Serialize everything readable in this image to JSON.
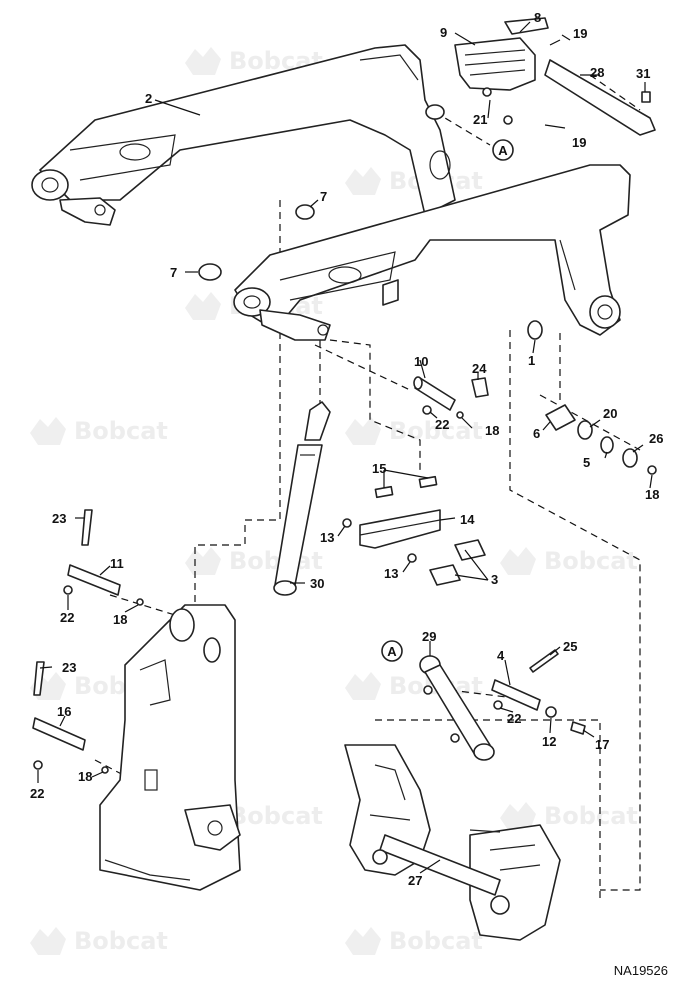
{
  "watermark": {
    "brand": "Bobcat"
  },
  "drawing_number": "NA19526",
  "callout_letter": "A",
  "parts": {
    "p1": "1",
    "p2": "2",
    "p3": "3",
    "p4": "4",
    "p5": "5",
    "p6": "6",
    "p7": "7",
    "p8": "8",
    "p9": "9",
    "p10": "10",
    "p11": "11",
    "p12": "12",
    "p13": "13",
    "p14": "14",
    "p15": "15",
    "p16": "16",
    "p17": "17",
    "p18": "18",
    "p19": "19",
    "p20": "20",
    "p21": "21",
    "p22": "22",
    "p23": "23",
    "p24": "24",
    "p25": "25",
    "p26": "26",
    "p27": "27",
    "p28": "28",
    "p29": "29",
    "p30": "30",
    "p31": "31"
  }
}
